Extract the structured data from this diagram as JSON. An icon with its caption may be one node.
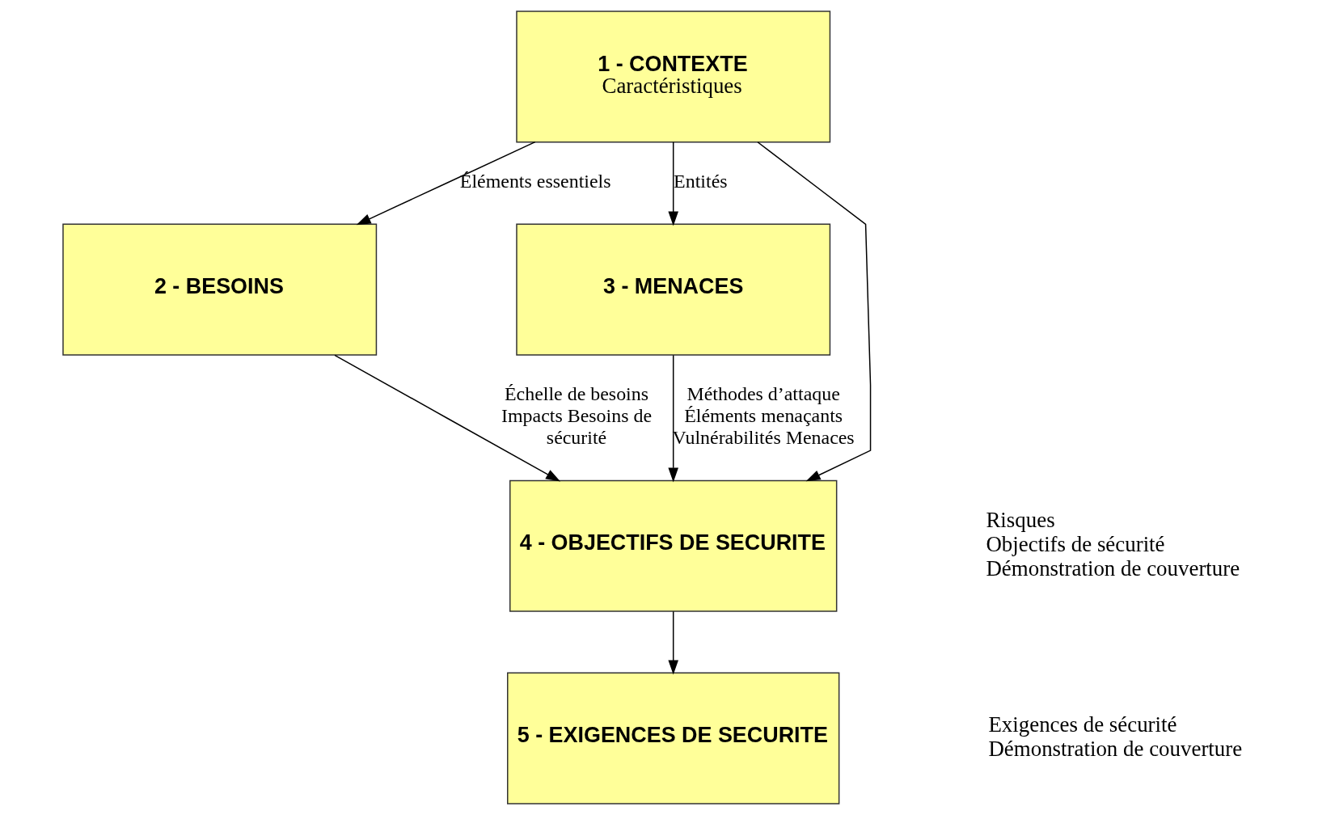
{
  "diagram": {
    "nodes": [
      {
        "text": [
          "1 - CONTEXTE",
          "Caractéristiques"
        ]
      },
      {
        "text": [
          "2 - BESOINS"
        ]
      },
      {
        "text": [
          "3 - MENACES"
        ]
      },
      {
        "text": [
          "4 - OBJECTIFS DE SECURITE"
        ],
        "beside": [
          "Risques",
          "Objectifs de sécurité",
          "Démonstration de couverture"
        ]
      },
      {
        "text": [
          "5 - EXIGENCES DE SECURITE"
        ],
        "beside": [
          "Exigences de sécurité",
          "Démonstration de couverture"
        ]
      }
    ],
    "edges": [
      {
        "from": 0,
        "to": 1,
        "arrow": "to",
        "label": "Éléments essentiels"
      },
      {
        "from": 0,
        "to": 2,
        "arrow": "to",
        "label": "Entités"
      },
      {
        "from": 0,
        "to": 3,
        "arrow": "to"
      },
      {
        "from": 1,
        "to": 3,
        "arrow": "to",
        "label": "Échelle de besoins Impacts Besoins de sécurité"
      },
      {
        "from": 2,
        "to": 3,
        "arrow": "to",
        "label": "Méthodes d’attaque Éléments menaçants Vulnérabilités Menaces"
      },
      {
        "from": 3,
        "to": 4,
        "arrow": "to"
      }
    ]
  }
}
